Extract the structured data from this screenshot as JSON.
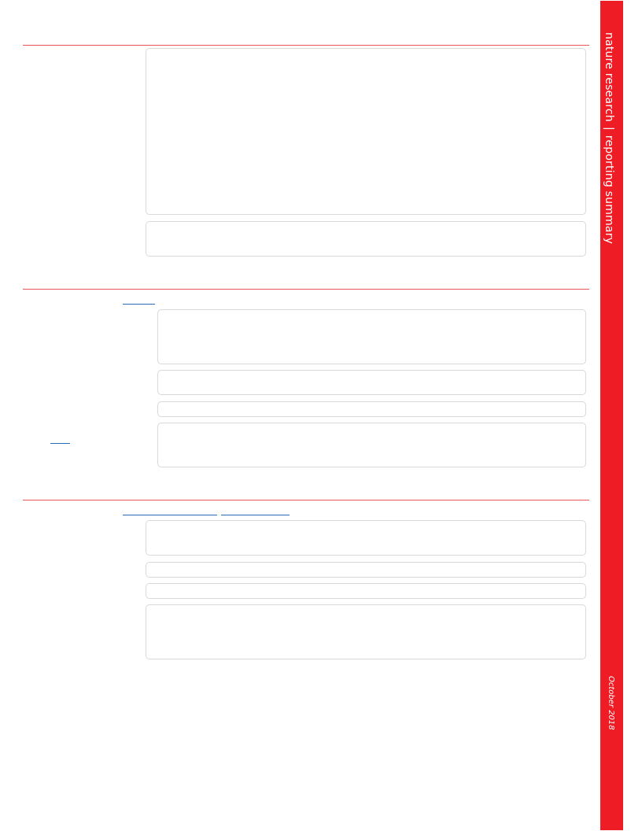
{
  "sidebar": {
    "brand_left": "nature research",
    "separator": "|",
    "brand_right": "reporting summary",
    "date": "October 2018",
    "color": "#ee1c25"
  },
  "rule_color": "#e8565b",
  "link_color": "#2a6db3"
}
